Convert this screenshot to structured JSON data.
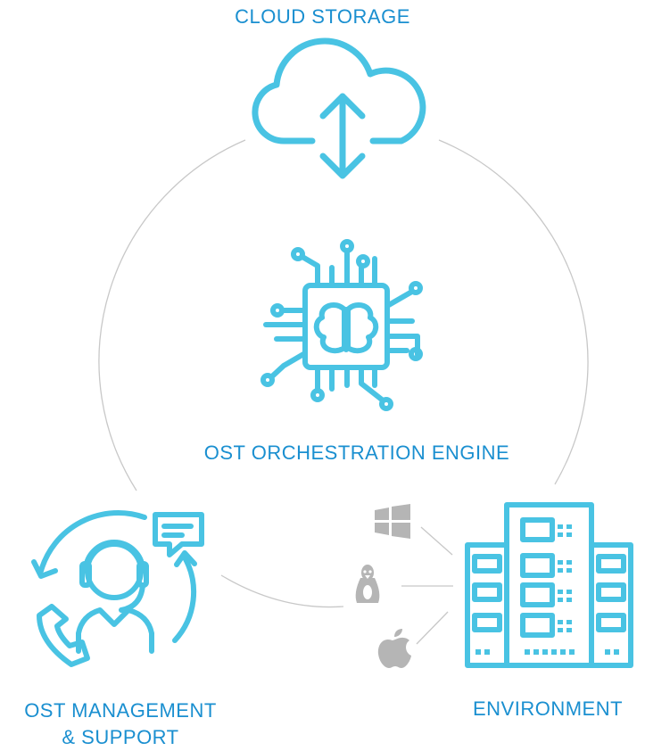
{
  "nodes": {
    "cloud_storage": {
      "label": "CLOUD STORAGE",
      "icon": "cloud-upload-download-icon"
    },
    "orchestration_engine": {
      "label": "OST ORCHESTRATION ENGINE",
      "icon": "ai-chip-brain-icon"
    },
    "management": {
      "label_line1": "OST MANAGEMENT",
      "label_line2": "& SUPPORT",
      "icon": "support-agent-headset-icon"
    },
    "environment": {
      "label": "ENVIRONMENT",
      "icon": "server-rack-icon"
    }
  },
  "os_icons": [
    "windows-icon",
    "linux-icon",
    "apple-icon"
  ],
  "colors": {
    "accent": "#49c3e3",
    "label": "#1a8fd0",
    "connector": "#c8c8c8",
    "os_icon": "#b5b5b5"
  }
}
